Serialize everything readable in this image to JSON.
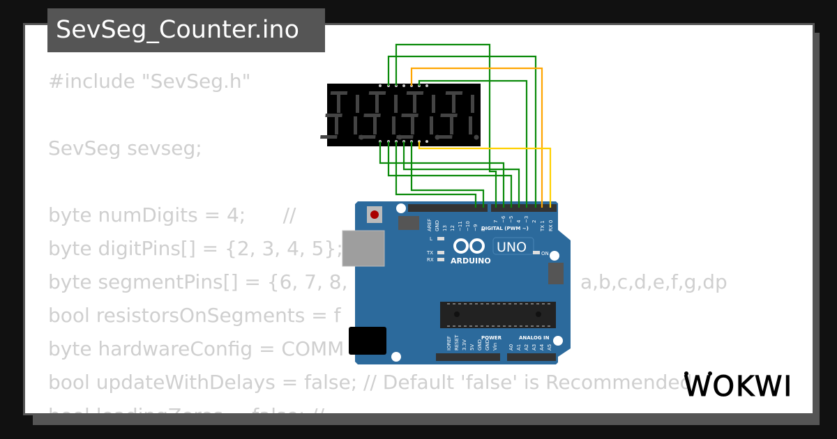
{
  "title": "SevSeg_Counter.ino",
  "code_lines": [
    "#include \"SevSeg.h\"",
    "SevSeg sevseg;",
    "byte numDigits = 4;      //",
    "byte digitPins[] = {2, 3, 4, 5};",
    "byte segmentPins[] = {6, 7, 8,",
    "a,b,c,d,e,f,g,dp",
    "bool resistorsOnSegments = f",
    "byte hardwareConfig = COMM",
    "bool updateWithDelays = false; // Default 'false' is Recommended",
    "bool leadingZeros = false; //"
  ],
  "board": {
    "brand": "ARDUINO",
    "model": "UNO",
    "digital_label": "DIGITAL (PWM ~)",
    "power_label": "POWER",
    "analog_label": "ANALOG IN",
    "led_l": "L",
    "led_tx": "TX",
    "led_rx": "RX",
    "led_on": "ON",
    "top_pins_left": [
      "AREF",
      "GND",
      "13",
      "12",
      "~11",
      "~10",
      "~9",
      "8"
    ],
    "top_pins_right": [
      "7",
      "~6",
      "~5",
      "4",
      "~3",
      "2",
      "TX 1",
      "RX 0"
    ],
    "power_pins": [
      "IOREF",
      "RESET",
      "3.3V",
      "5V",
      "GND",
      "GND",
      "Vin"
    ],
    "analog_pins": [
      "A0",
      "A1",
      "A2",
      "A3",
      "A4",
      "A5"
    ]
  },
  "logo": "WOKWI",
  "colors": {
    "board": "#2c6a9c",
    "wire_green": "#0a8a0a",
    "wire_orange": "#ffa500",
    "wire_yellow": "#ffd000",
    "frame": "#555555",
    "code_text": "#cfcfcf"
  }
}
